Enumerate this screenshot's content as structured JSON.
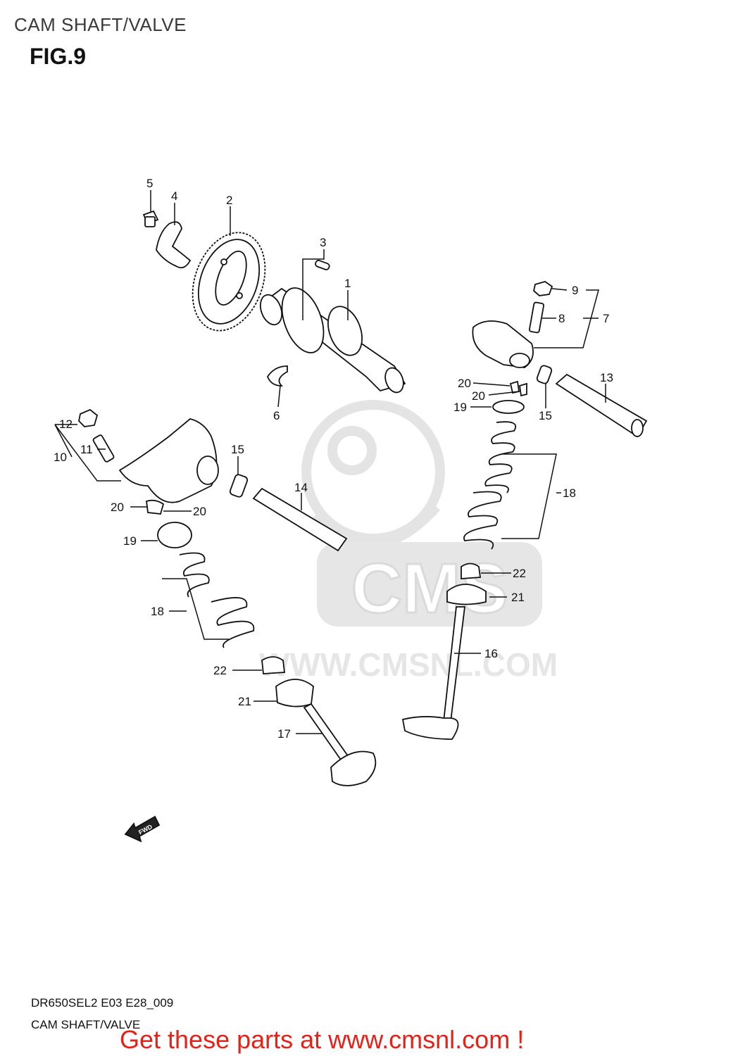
{
  "header": {
    "title": "CAM SHAFT/VALVE",
    "figure": "FIG.9"
  },
  "watermark": {
    "logo_text": "CMS",
    "url_text": "WWW.CMSNL.COM",
    "color": "#e6e6e6"
  },
  "labels": {
    "p1": "1",
    "p2": "2",
    "p3": "3",
    "p4": "4",
    "p5": "5",
    "p6": "6",
    "p7": "7",
    "p8": "8",
    "p9": "9",
    "p10": "10",
    "p11": "11",
    "p12": "12",
    "p13": "13",
    "p14": "14",
    "p15a": "15",
    "p15b": "15",
    "p16": "16",
    "p17": "17",
    "p18a": "18",
    "p18b": "18",
    "p19a": "19",
    "p19b": "19",
    "p20a": "20",
    "p20b": "20",
    "p20c": "20",
    "p20d": "20",
    "p21a": "21",
    "p21b": "21",
    "p22a": "22",
    "p22b": "22"
  },
  "fwd_arrow": {
    "text": "FWD"
  },
  "footer": {
    "code": "DR650SEL2 E03 E28_009",
    "caption": "CAM SHAFT/VALVE",
    "cta": "Get these parts at www.cmsnl.com !",
    "cta_color": "#e2231a"
  }
}
